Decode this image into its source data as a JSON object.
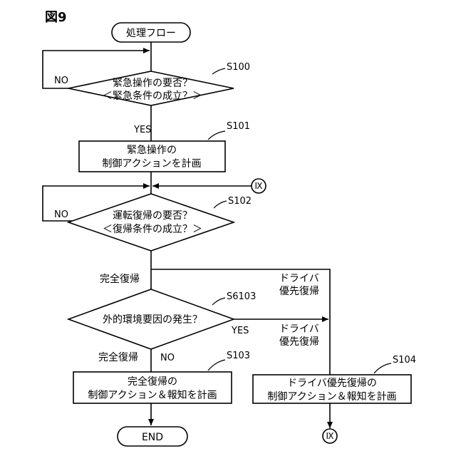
{
  "figure_label": "図9",
  "start_label": "処理フロー",
  "end_label": "END",
  "connector_symbol": "Ⅸ",
  "steps": {
    "s100": {
      "id": "S100",
      "line1": "緊急操作の要否？",
      "line2": "＜緊急条件の成立？＞",
      "no_label": "NO",
      "yes_label": "YES"
    },
    "s101": {
      "id": "S101",
      "line1": "緊急操作の",
      "line2": "制御アクションを計画"
    },
    "s102": {
      "id": "S102",
      "line1": "運転復帰の要否？",
      "line2": "＜復帰条件の成立？＞",
      "no_label": "NO"
    },
    "branch_full_recovery": "完全復帰",
    "branch_driver_line1": "ドライバ",
    "branch_driver_line2": "優先復帰",
    "s6103": {
      "id": "S6103",
      "line1": "外的環境要因の発生？",
      "yes_label": "YES",
      "no_label": "NO",
      "yes_branch_line1": "ドライバ",
      "yes_branch_line2": "優先復帰",
      "no_branch_label": "完全復帰"
    },
    "s103": {
      "id": "S103",
      "line1": "完全復帰の",
      "line2": "制御アクション＆報知を計画"
    },
    "s104": {
      "id": "S104",
      "line1": "ドライバ優先復帰の",
      "line2": "制御アクション＆報知を計画"
    }
  }
}
